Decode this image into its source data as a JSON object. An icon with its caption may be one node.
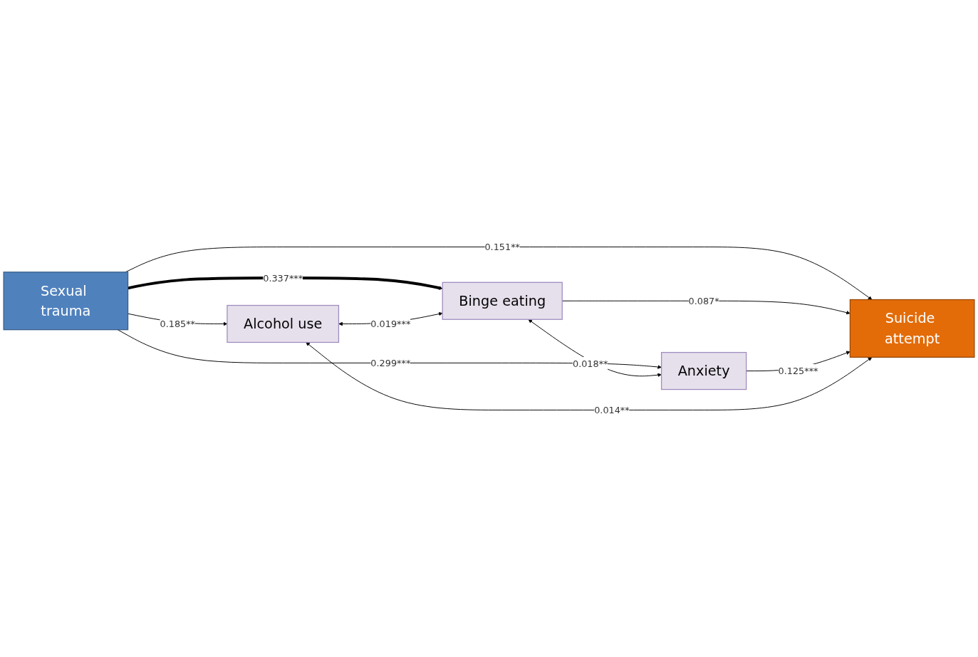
{
  "diagram": {
    "nodes": [
      {
        "text": [
          "Alcohol use"
        ]
      },
      {
        "text": [
          "Binge eating"
        ]
      },
      {
        "text": [
          "Anxiety"
        ]
      },
      {
        "text": [
          "Sexual trauma"
        ]
      },
      {
        "text": [
          "Suicide attempt"
        ]
      }
    ],
    "edges": [
      {
        "from": 3,
        "to": 0,
        "arrow": "to",
        "label": "0.185**"
      },
      {
        "from": 3,
        "to": 1,
        "arrow": "to",
        "label": "0.337***",
        "style": "thick"
      },
      {
        "from": 3,
        "to": 2,
        "arrow": "to",
        "label": "0.299***"
      },
      {
        "from": 3,
        "to": 4,
        "arrow": "to",
        "label": "0.151**"
      },
      {
        "from": 0,
        "to": 1,
        "arrow": "both",
        "label": "0.019***"
      },
      {
        "from": 1,
        "to": 2,
        "arrow": "both",
        "label": "0.018**"
      },
      {
        "from": 4,
        "to": 0,
        "arrow": "both",
        "label": "0.014**"
      },
      {
        "from": 1,
        "to": 4,
        "arrow": "to",
        "label": "0.087*"
      },
      {
        "from": 2,
        "to": 4,
        "arrow": "to",
        "label": "0.125***"
      }
    ]
  }
}
